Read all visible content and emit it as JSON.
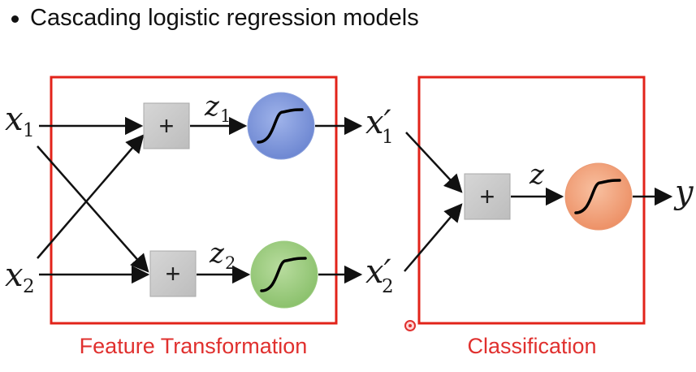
{
  "slide": {
    "bullet_text": "Cascading logistic regression models"
  },
  "diagram": {
    "inputs": [
      {
        "symbol": "x",
        "subscript": "1"
      },
      {
        "symbol": "x",
        "subscript": "2"
      }
    ],
    "hidden_sums": [
      {
        "operator": "+",
        "z_symbol": "z",
        "z_subscript": "1",
        "sigmoid_color": "#7b93d9"
      },
      {
        "operator": "+",
        "z_symbol": "z",
        "z_subscript": "2",
        "sigmoid_color": "#9dcc7e"
      }
    ],
    "transformed": [
      {
        "symbol": "x′",
        "subscript": "1"
      },
      {
        "symbol": "x′",
        "subscript": "2"
      }
    ],
    "output_sum": {
      "operator": "+",
      "z_symbol": "z",
      "sigmoid_color": "#f0a07a"
    },
    "output": {
      "symbol": "y"
    },
    "boxes": [
      {
        "caption": "Feature Transformation"
      },
      {
        "caption": "Classification"
      }
    ],
    "colors": {
      "box_border": "#e2231a",
      "caption": "#e0302e",
      "sum_node": "#cccccc",
      "arrow": "#111111"
    }
  }
}
